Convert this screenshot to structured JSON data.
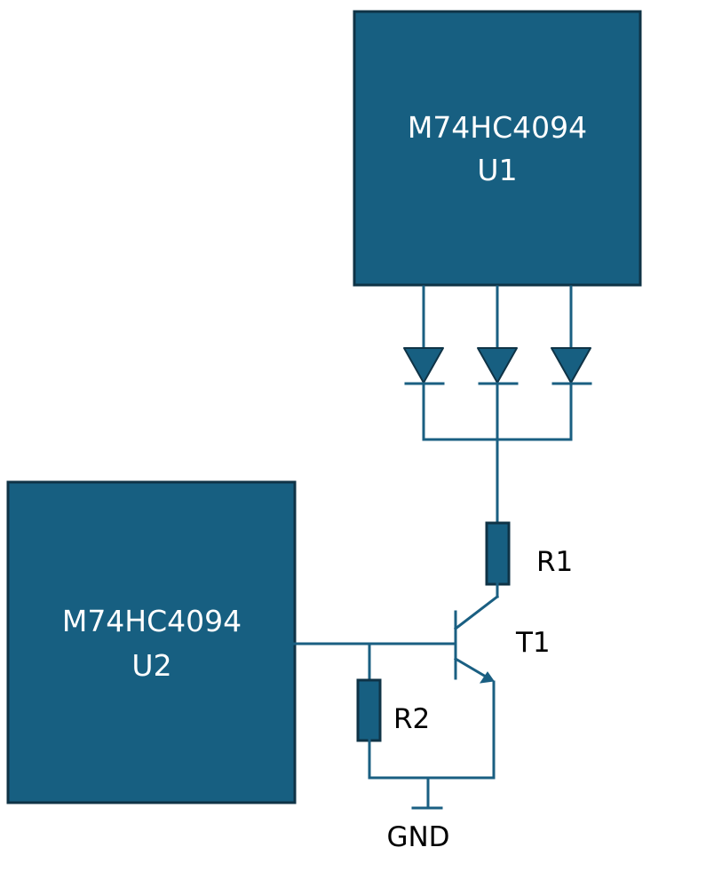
{
  "u1": {
    "part": "M74HC4094",
    "ref": "U1"
  },
  "u2": {
    "part": "M74HC4094",
    "ref": "U2"
  },
  "r1": {
    "label": "R1"
  },
  "r2": {
    "label": "R2"
  },
  "t1": {
    "label": "T1"
  },
  "gnd": {
    "label": "GND"
  },
  "colors": {
    "component_fill": "#175f81",
    "wire": "#1a5f82",
    "outline": "#0f3346"
  }
}
